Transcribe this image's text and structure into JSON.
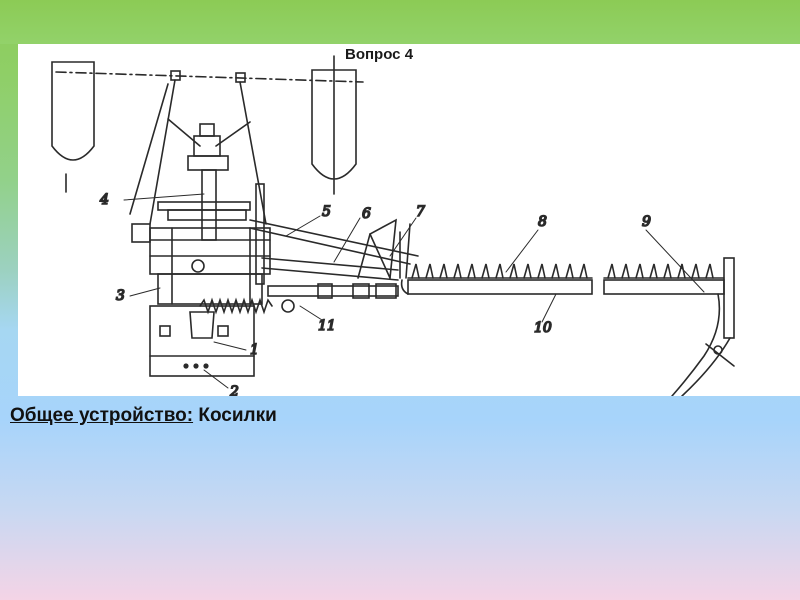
{
  "slide": {
    "question_label": "Вопрос 4",
    "caption_prefix": "Общее устройство:",
    "caption_suffix": "Косилки",
    "colors": {
      "green": "#8ccc5a",
      "blue": "#a7d4fb",
      "pink": "#f4d4e6",
      "ink": "#2a2a2a"
    }
  },
  "diagram": {
    "callouts": [
      "1",
      "2",
      "3",
      "4",
      "5",
      "6",
      "7",
      "8",
      "9",
      "10",
      "11"
    ]
  }
}
